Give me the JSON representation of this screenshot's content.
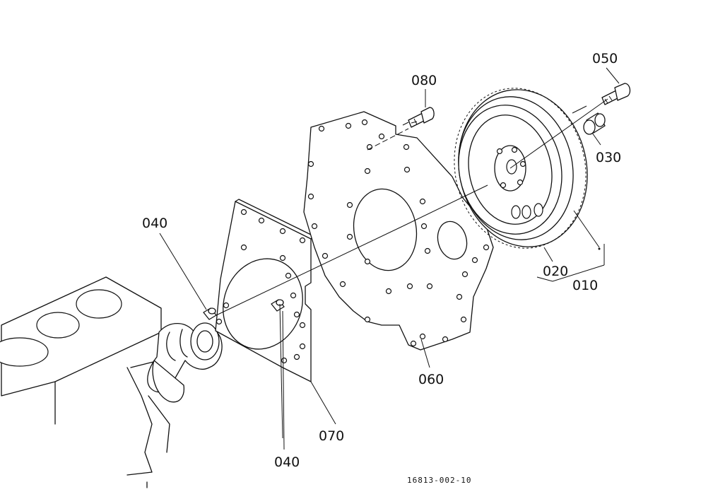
{
  "labels": {
    "p010": "010",
    "p020": "020",
    "p030": "030",
    "p040a": "040",
    "p040b": "040",
    "p050": "050",
    "p060": "060",
    "p070": "070",
    "p080": "080"
  },
  "drawing_ref": "16813-002-10"
}
